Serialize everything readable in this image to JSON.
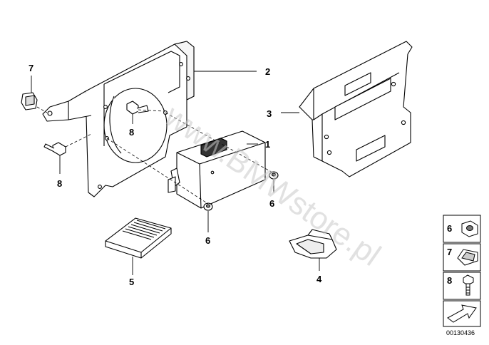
{
  "watermark": "www.BMWstore.pl",
  "callouts": {
    "c1": "1",
    "c2": "2",
    "c3": "3",
    "c4": "4",
    "c5": "5",
    "c6a": "6",
    "c6b": "6",
    "c7": "7",
    "c8a": "8",
    "c8b": "8"
  },
  "legend": {
    "items": [
      {
        "number": "6",
        "icon": "nut-icon"
      },
      {
        "number": "7",
        "icon": "clip-nut-icon"
      },
      {
        "number": "8",
        "icon": "bolt-icon"
      },
      {
        "number": "",
        "icon": "arrow-icon"
      }
    ]
  },
  "document_number": "00130436"
}
